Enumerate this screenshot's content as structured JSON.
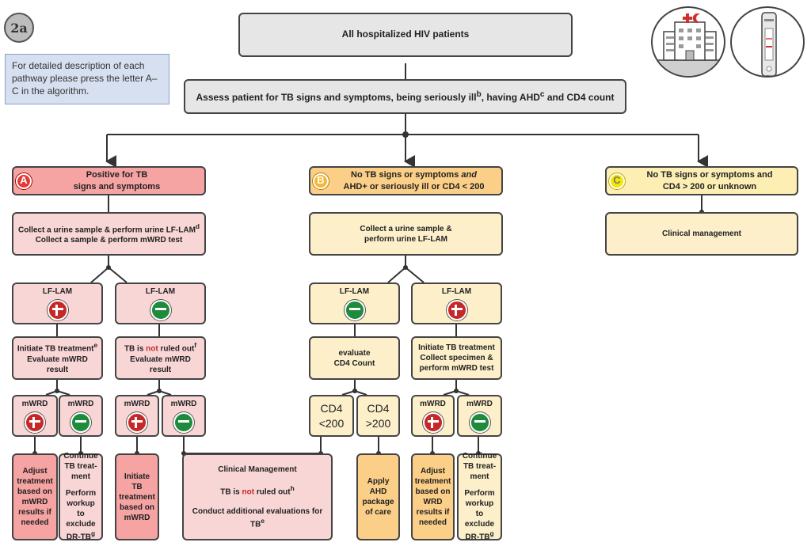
{
  "badge": "2a",
  "note": "For detailed description of each pathway please press the letter A–C in the algorithm.",
  "top": "All hospitalized HIV patients",
  "assess": {
    "pre": "Assess patient for TB signs and symptoms, being seriously ill",
    "sup1": "b",
    "mid1": ", having AHD",
    "sup2": "c",
    "post": " and CD4 count"
  },
  "colors": {
    "pathway_a": "#e53935",
    "pathway_b": "#f7b733",
    "pathway_c": "#f5e600",
    "positive": "#c62828",
    "negative": "#1e8a3c"
  },
  "a": {
    "letter": "A",
    "head": [
      "Positive for TB",
      "signs and symptoms"
    ],
    "collect": {
      "line1": "Collect a urine sample & perform urine LF-LAM",
      "sup": "d",
      "line2": "Collect a sample & perform mWRD test"
    },
    "lam_pos": "LF-LAM",
    "lam_neg": "LF-LAM",
    "initiate": {
      "l1": "Initiate TB treatment",
      "sup": "e",
      "l2": "Evaluate mWRD result"
    },
    "notruled": {
      "pre": "TB is ",
      "red": "not",
      "post": " ruled out",
      "sup": "f",
      "l2": "Evaluate mWRD result"
    },
    "mwrd": "mWRD",
    "adjust": "Adjust treatment based on mWRD results if needed",
    "continue": {
      "l1": "Continue TB treat-ment",
      "l2": "Perform workup to exclude DR-TB",
      "sup": "g"
    },
    "initiate_mwrd": "Initiate TB treatment based on mWRD"
  },
  "clinical": {
    "title": "Clinical Management",
    "pre": "TB is ",
    "red": "not",
    "post": " ruled out",
    "sup": "h",
    "l3": "Conduct additional evaluations for TB",
    "sup3": "e"
  },
  "b": {
    "letter": "B",
    "head": {
      "pre": "No TB signs or symptoms ",
      "em": "and",
      "l2": "AHD+ or seriously ill or CD4 < 200"
    },
    "collect": "Collect a urine sample & perform urine LF-LAM",
    "lam_neg": "LF-LAM",
    "lam_pos": "LF-LAM",
    "evaluate": "evaluate CD4 Count",
    "cd4_low": [
      "CD4",
      "<200"
    ],
    "cd4_high": [
      "CD4",
      ">200"
    ],
    "apply": "Apply AHD package of care",
    "initiate": [
      "Initiate TB treatment",
      "Collect specimen &",
      "perform mWRD test"
    ],
    "mwrd": "mWRD",
    "adjust": "Adjust treatment based on WRD results if needed",
    "continue": {
      "l1": "Continue TB treat-ment",
      "l2": "Perform workup to exclude DR-TB",
      "sup": "g"
    }
  },
  "c": {
    "letter": "C",
    "head": [
      "No TB signs or symptoms and",
      "CD4 > 200 or unknown"
    ],
    "clinical": "Clinical management"
  }
}
